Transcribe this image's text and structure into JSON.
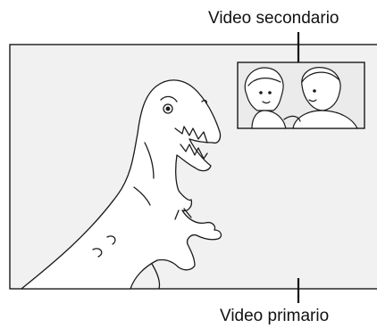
{
  "labels": {
    "secondary_video": "Video secondario",
    "primary_video": "Video primario"
  },
  "colors": {
    "primary_frame_bg": "#f1f1f1",
    "secondary_frame_bg": "#ebebeb",
    "outline": "#1a1a1a"
  },
  "illustrations": {
    "primary": "dinosaur-illustration",
    "secondary": "couple-illustration"
  }
}
